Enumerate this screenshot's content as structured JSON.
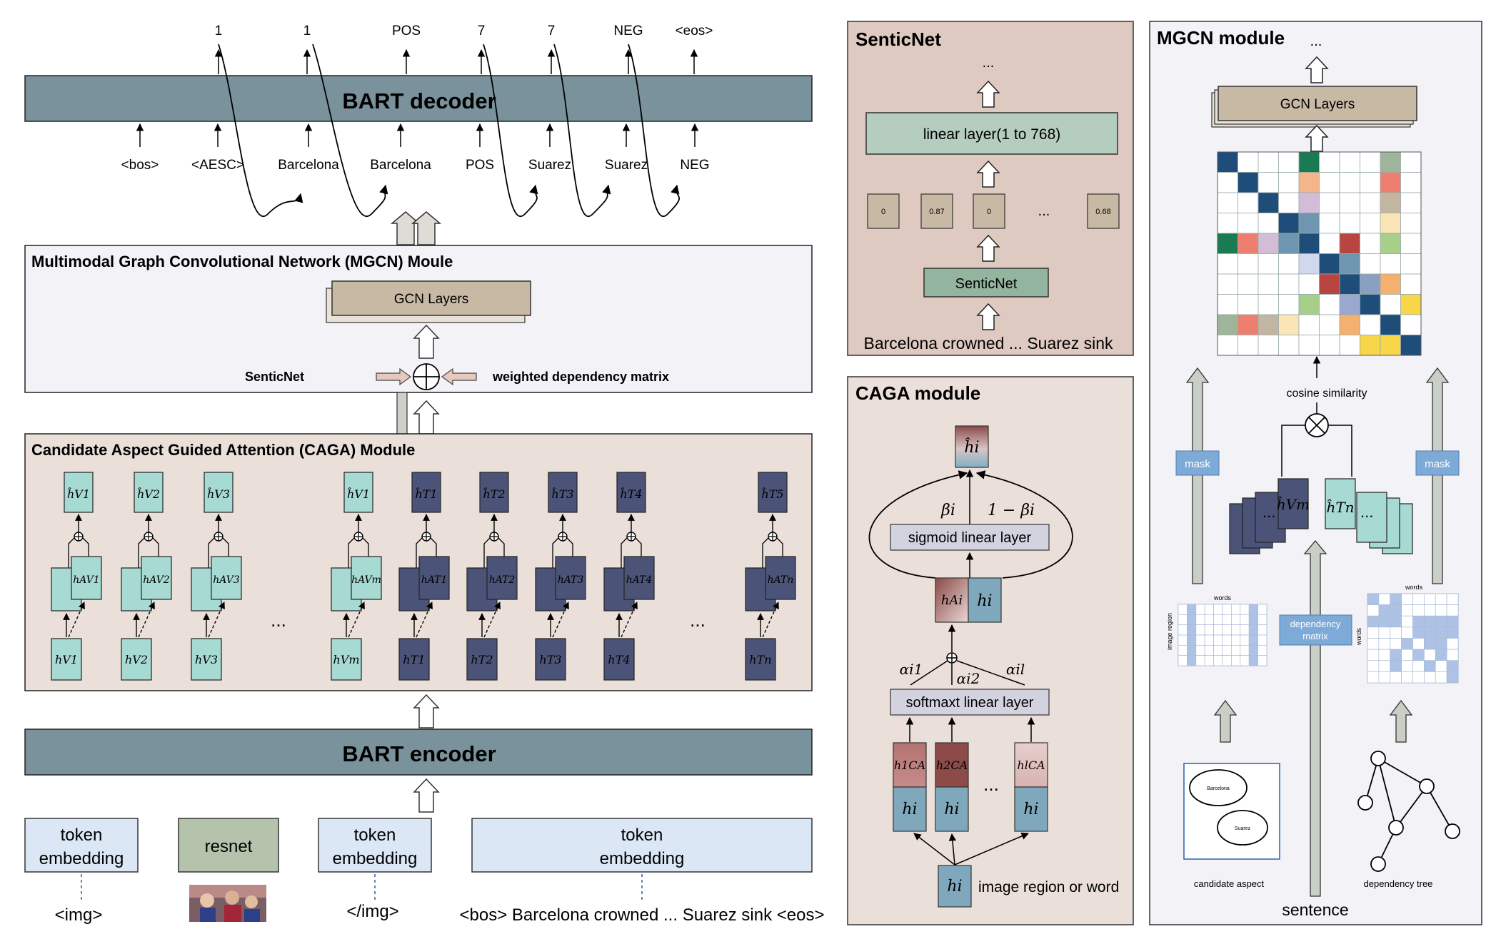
{
  "bart_decoder": {
    "title": "BART decoder",
    "outputs": [
      "1",
      "1",
      "POS",
      "7",
      "7",
      "NEG",
      "<eos>"
    ],
    "inputs": [
      "<bos>",
      "<AESC>",
      "Barcelona",
      "Barcelona",
      "POS",
      "Suarez",
      "Suarez",
      "NEG"
    ]
  },
  "mgcn_main": {
    "title": "Multimodal Graph Convolutional Network (MGCN) Moule",
    "gcn_label": "GCN Layers",
    "senticnet_label": "SenticNet",
    "weighted_label": "weighted dependency matrix"
  },
  "caga_main": {
    "title": "Candidate Aspect Guided Attention (CAGA)  Module",
    "top_labels": [
      "ĥV1",
      "ĥV2",
      "ĥV3",
      "ĥV1",
      "ĥT1",
      "ĥT2",
      "ĥT3",
      "ĥT4",
      "ĥT5"
    ],
    "mid_labels": [
      "hAV1",
      "hAV2",
      "hAV3",
      "hAVm",
      "hAT1",
      "hAT2",
      "hAT3",
      "hAT4",
      "hATn"
    ],
    "bottom_labels": [
      "hV1",
      "hV2",
      "hV3",
      "hVm",
      "hT1",
      "hT2",
      "hT3",
      "hT4",
      "hTn"
    ],
    "ellipsis": "..."
  },
  "bart_encoder": {
    "title": "BART encoder"
  },
  "inputs": {
    "token_embedding_1": "token embedding",
    "resnet": "resnet",
    "token_embedding_2": "token embedding",
    "token_embedding_3": "token embedding",
    "img_open": "<img>",
    "img_close": "</img>",
    "sentence": "<bos> Barcelona crowned ... Suarez sink <eos>"
  },
  "senticnet_panel": {
    "title": "SenticNet",
    "dots": "...",
    "linear": "linear layer(1 to 768)",
    "values": [
      "0",
      "0.87",
      "0",
      "0.68"
    ],
    "ellipsis": "...",
    "senticnet_box": "SenticNet",
    "sentence": "Barcelona crowned ... Suarez sink"
  },
  "caga_panel": {
    "title": "CAGA module",
    "output": "ĥi",
    "beta": "βi",
    "one_minus_beta": "1 − βi",
    "sigmoid": "sigmoid linear layer",
    "hA": "hAi",
    "hi": "hi",
    "alpha1": "αi1",
    "alpha2": "αi2",
    "alphal": "αil",
    "softmax": "softmaxt linear layer",
    "ca_labels": [
      "h1CA",
      "h2CA",
      "hlCA"
    ],
    "ellipsis": "...",
    "input_label": "image region or word"
  },
  "mgcn_panel": {
    "title": "MGCN module",
    "dots": "...",
    "gcn_label": "GCN Layers",
    "cosine": "cosine  similarity",
    "mask": "mask",
    "hVm": "ĥVm",
    "hTn": "ĥTn",
    "dependency_matrix": "dependency matrix",
    "words": "words",
    "image_region": "image region",
    "candidate_aspect": "candidate aspect",
    "dependency_tree": "dependency tree",
    "sentence": "sentence",
    "oval1": "Barcelona",
    "oval2": "Suarez"
  },
  "colors": {
    "bart": "#7a929b",
    "teal": "#a6dad2",
    "navy": "#4b5478",
    "rose_panel": "#ebdfd9",
    "senticnet_bg": "#dfcac1",
    "gcn": "#c8b9a5",
    "green_box": "#b5cdbf"
  }
}
